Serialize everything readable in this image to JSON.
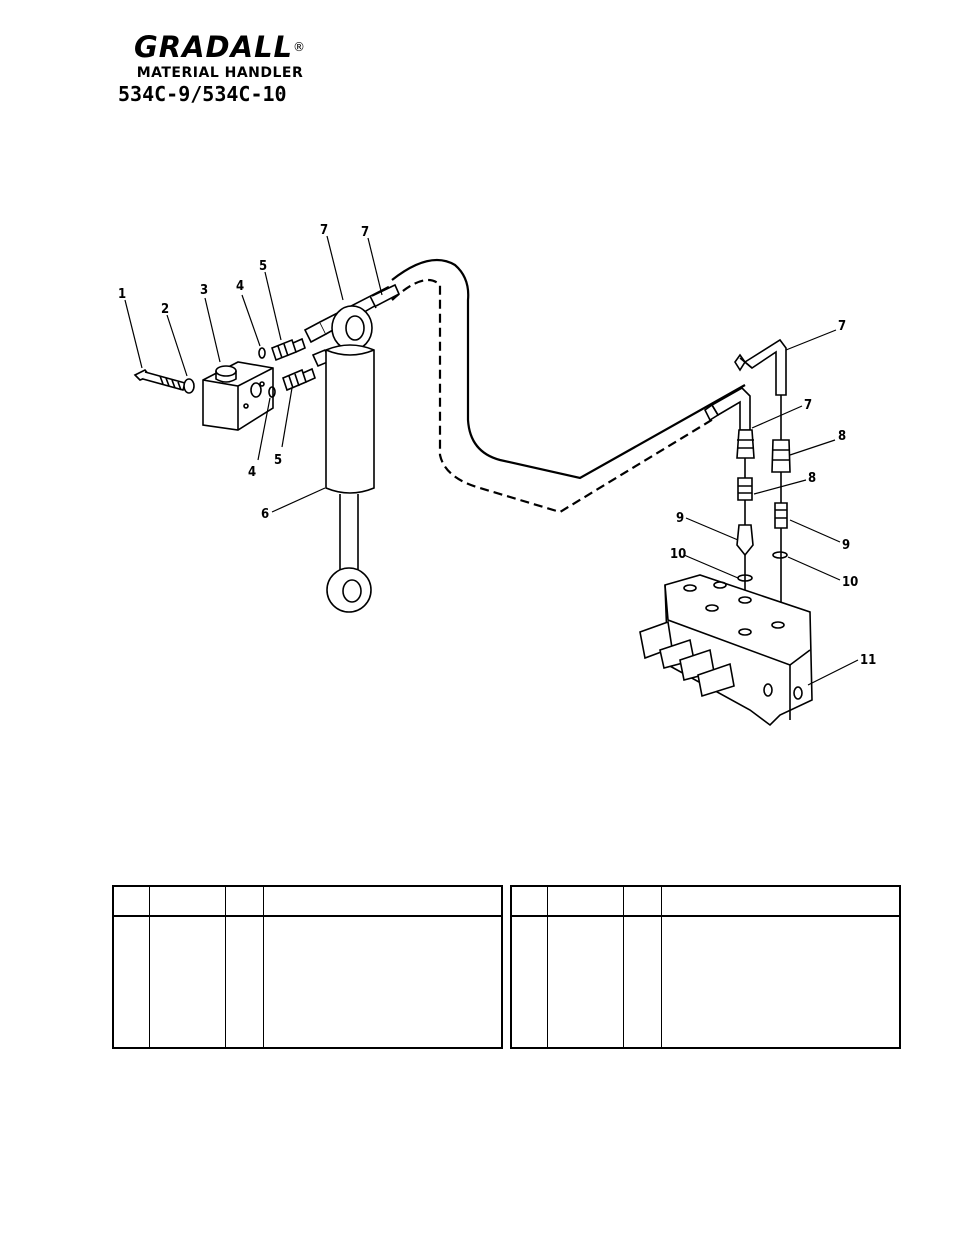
{
  "header": {
    "brand": "GRADALL",
    "registered_mark": "®",
    "product_line": "MATERIAL HANDLER",
    "model": "534C-9/534C-10"
  },
  "callouts": {
    "c1": "1",
    "c2": "2",
    "c3": "3",
    "c4a": "4",
    "c4b": "4",
    "c5a": "5",
    "c5b": "5",
    "c6": "6",
    "c7a": "7",
    "c7b": "7",
    "c7c": "7",
    "c7d": "7",
    "c8a": "8",
    "c8b": "8",
    "c9a": "9",
    "c9b": "9",
    "c10a": "10",
    "c10b": "10",
    "c11": "11"
  },
  "parts_tables": {
    "left": {
      "headers": [
        "",
        "",
        "",
        ""
      ],
      "cells": [
        "",
        "",
        "",
        ""
      ]
    },
    "right": {
      "headers": [
        "",
        "",
        "",
        ""
      ],
      "cells": [
        "",
        "",
        "",
        ""
      ]
    }
  }
}
